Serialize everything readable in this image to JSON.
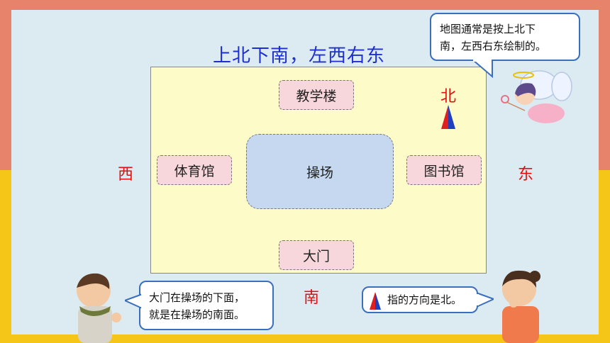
{
  "heading": "上北下南，左西右东",
  "map": {
    "north_building": "教学楼",
    "center": "操场",
    "west_building": "体育馆",
    "east_building": "图书馆",
    "south_building": "大门"
  },
  "directions": {
    "north": "北",
    "south": "南",
    "west": "西",
    "east": "东"
  },
  "bubbles": {
    "top_right_line1": "地图通常是按上北下",
    "top_right_line2": "南，左西右东绘制的。",
    "bottom_left_line1": "大门在操场的下面，",
    "bottom_left_line2": "就是在操场的南面。",
    "bottom_right": "指的方向是北。"
  },
  "colors": {
    "title": "#1d2fd0",
    "direction_text": "#e01010",
    "compass_red": "#e02020",
    "compass_blue": "#2040c0"
  },
  "icons": [
    "compass-arrow-icon",
    "fairy-girl-illustration",
    "boy-illustration",
    "girl-illustration"
  ]
}
